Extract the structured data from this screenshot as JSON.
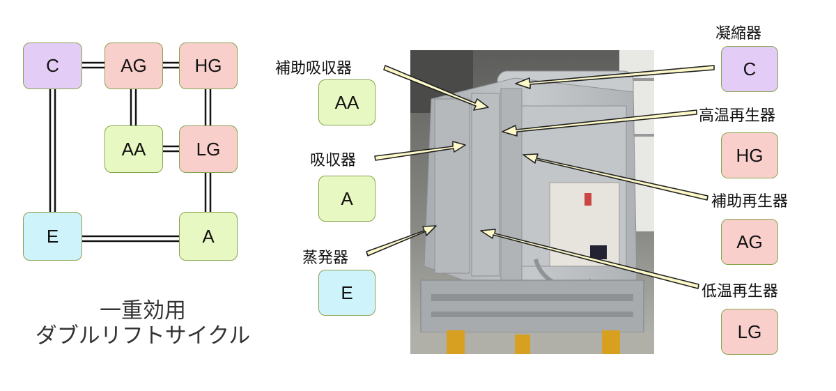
{
  "diagram": {
    "nodes": {
      "C": "C",
      "AG": "AG",
      "HG": "HG",
      "AA": "AA",
      "LG": "LG",
      "E": "E",
      "A": "A"
    },
    "title_line1": "一重効用",
    "title_line2": "ダブルリフトサイクル"
  },
  "components": {
    "aa": {
      "name": "補助吸収器",
      "code": "AA"
    },
    "a": {
      "name": "吸収器",
      "code": "A"
    },
    "e": {
      "name": "蒸発器",
      "code": "E"
    },
    "c": {
      "name": "凝縮器",
      "code": "C"
    },
    "hg": {
      "name": "高温再生器",
      "code": "HG"
    },
    "ag": {
      "name": "補助再生器",
      "code": "AG"
    },
    "lg": {
      "name": "低温再生器",
      "code": "LG"
    }
  },
  "colors": {
    "condenser": "#e3ccf6",
    "generator": "#f9cfcc",
    "absorber": "#e8f8c2",
    "evaporator": "#cff3fb"
  }
}
